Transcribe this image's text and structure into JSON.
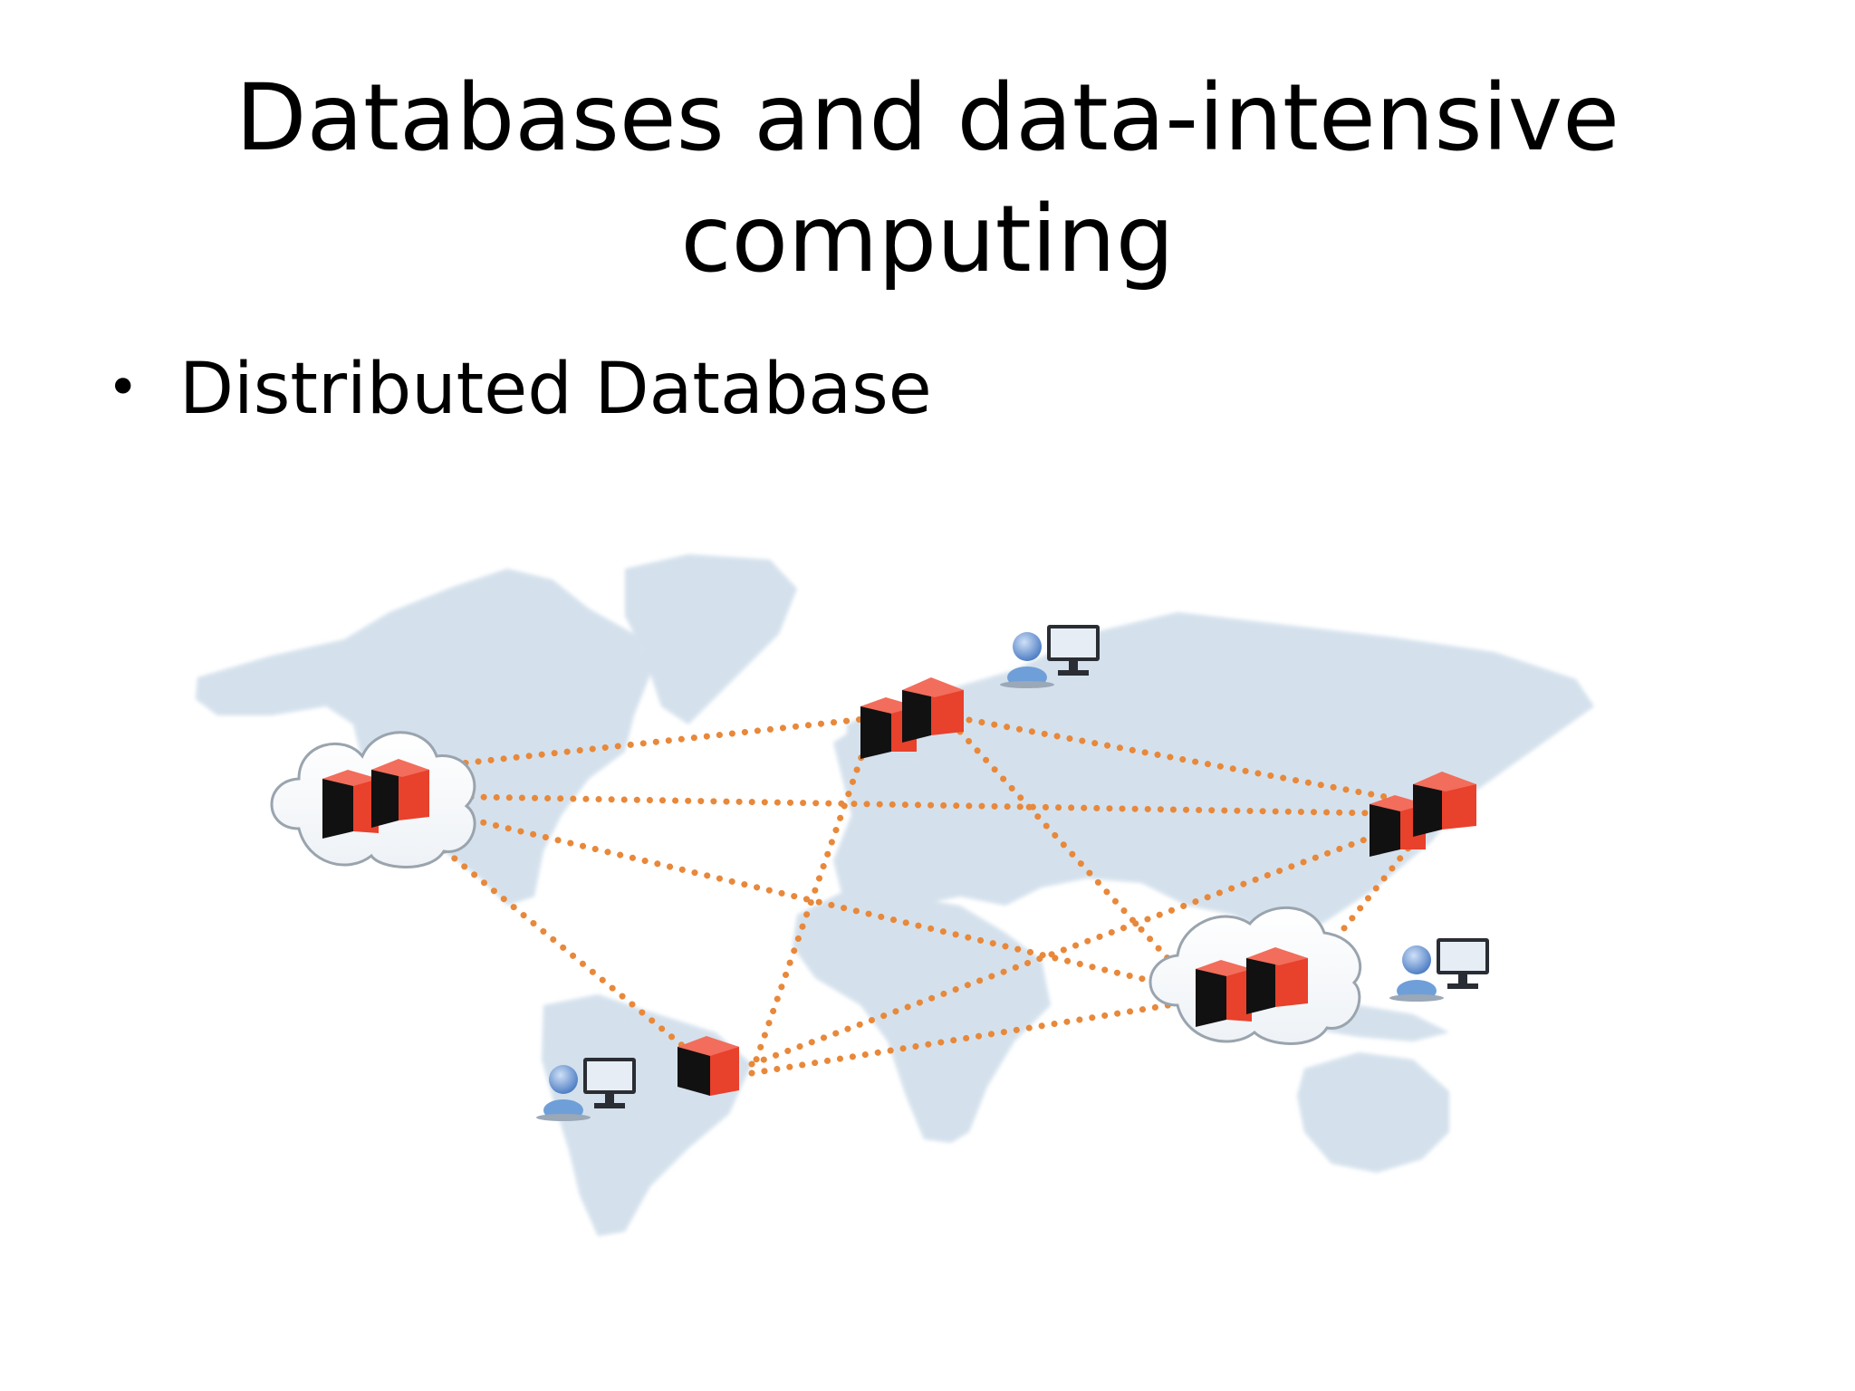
{
  "slide": {
    "title_line1": "Databases and data-intensive",
    "title_line2": "computing",
    "bullets": [
      {
        "marker": "•",
        "text": "Distributed Database"
      }
    ]
  },
  "diagram": {
    "background": "world-map",
    "colors": {
      "map_land": "#d4e1ec",
      "link_dots": "#e8883a",
      "cube_red": "#e8412c",
      "cube_black": "#111111",
      "cloud": "#ffffff",
      "user_blue": "#6f9fd8"
    },
    "nodes": [
      {
        "id": "north-america",
        "type": "cloud-database",
        "cubes": 2
      },
      {
        "id": "europe",
        "type": "database",
        "cubes": 2
      },
      {
        "id": "east-asia",
        "type": "database",
        "cubes": 2
      },
      {
        "id": "south-america",
        "type": "database",
        "cubes": 1
      },
      {
        "id": "south-asia",
        "type": "cloud-database",
        "cubes": 2
      }
    ],
    "users": [
      {
        "id": "user-europe",
        "icon": "user-computer-icon"
      },
      {
        "id": "user-south-america",
        "icon": "user-computer-icon"
      },
      {
        "id": "user-asia",
        "icon": "user-computer-icon"
      }
    ],
    "links": [
      [
        "north-america",
        "europe"
      ],
      [
        "north-america",
        "east-asia"
      ],
      [
        "north-america",
        "south-asia"
      ],
      [
        "north-america",
        "south-america"
      ],
      [
        "europe",
        "east-asia"
      ],
      [
        "europe",
        "south-asia"
      ],
      [
        "europe",
        "south-america"
      ],
      [
        "south-america",
        "east-asia"
      ],
      [
        "south-america",
        "south-asia"
      ],
      [
        "south-asia",
        "east-asia"
      ]
    ]
  }
}
